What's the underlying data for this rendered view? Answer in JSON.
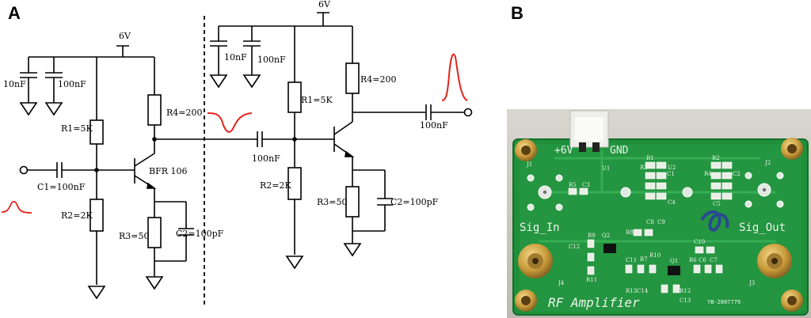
{
  "panels": {
    "a": "A",
    "b": "B"
  },
  "schematic": {
    "left_stage": {
      "supply": "6V",
      "cap_10n": "10nF",
      "cap_100n": "100nF",
      "r1": "R1=5K",
      "r2": "R2=2K",
      "r3": "R3=50",
      "r4": "R4=200",
      "c1": "C1=100nF",
      "c2": "C2=100pF",
      "transistor": "BFR 106"
    },
    "coupling_cap": "100nF",
    "right_stage": {
      "supply": "6V",
      "cap_10n": "10nF",
      "cap_100n": "100nF",
      "r1": "R1=5K",
      "r2": "R2=2K",
      "r3": "R3=50",
      "r4": "R4=200",
      "c2": "C2=100pF",
      "out_cap": "100nF"
    },
    "signal_color": "#e0241b"
  },
  "photo": {
    "board_color": "#1f8f3a",
    "header": "+6V",
    "gnd": "GND",
    "sig_in": "Sig_In",
    "sig_out": "Sig_Out",
    "title": "RF Amplifier",
    "part_no": "YB-2007779",
    "refs": [
      "R1",
      "R2",
      "R3",
      "R4",
      "R5",
      "R6",
      "R7",
      "R8",
      "R9",
      "R10",
      "R11",
      "R12",
      "R13",
      "C1",
      "C2",
      "C3",
      "C4",
      "C5",
      "C6",
      "C7",
      "C8",
      "C9",
      "C10",
      "C11",
      "C12",
      "C13",
      "C14",
      "Q1",
      "Q2",
      "U1",
      "U2",
      "J1",
      "J2",
      "J3",
      "J4"
    ]
  }
}
